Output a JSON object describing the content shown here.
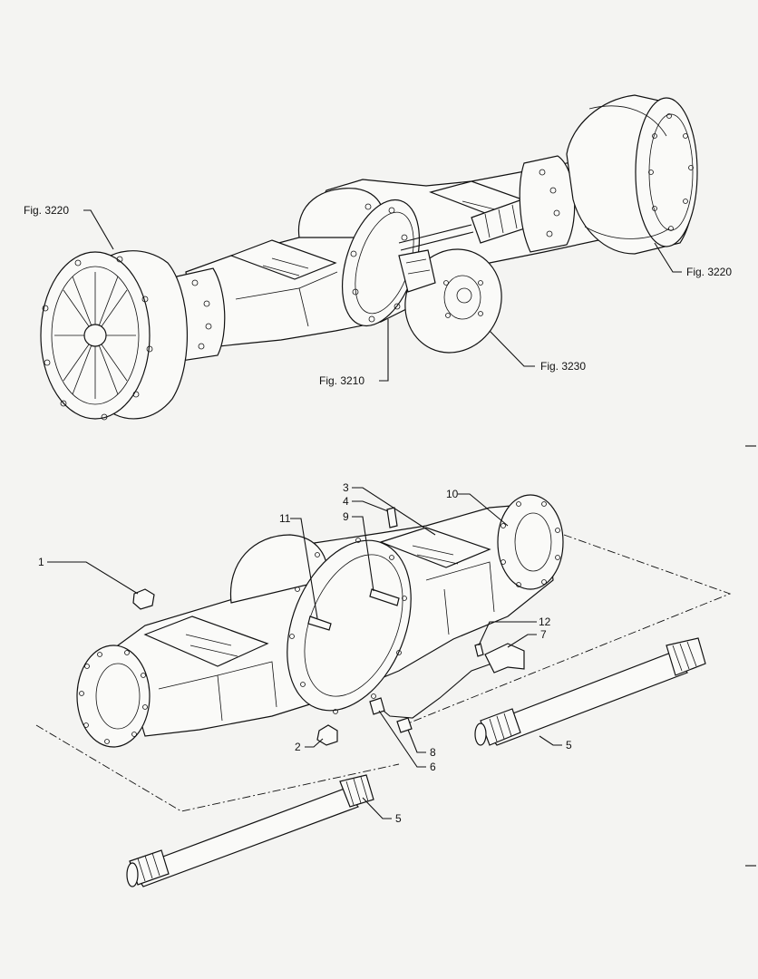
{
  "upper_view": {
    "callouts": {
      "left_hub": "Fig. 3220",
      "right_hub": "Fig. 3220",
      "differential": "Fig. 3210",
      "brake_disc": "Fig. 3230"
    }
  },
  "lower_view": {
    "callouts": {
      "n1": "1",
      "n2": "2",
      "n3": "3",
      "n4": "4",
      "n5_right": "5",
      "n5_left": "5",
      "n6": "6",
      "n7": "7",
      "n8": "8",
      "n9": "9",
      "n10": "10",
      "n11": "11",
      "n12": "12"
    }
  }
}
